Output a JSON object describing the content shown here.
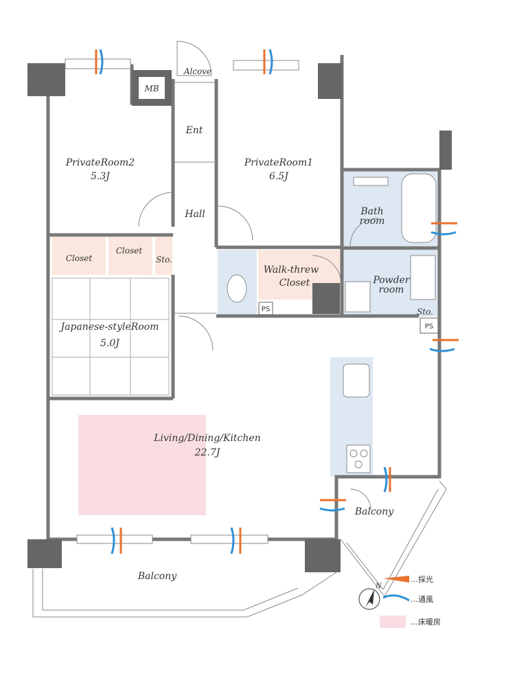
{
  "rooms": {
    "private_room_2": {
      "name": "PrivateRoom2",
      "size": "5.3J"
    },
    "private_room_1": {
      "name": "PrivateRoom1",
      "size": "6.5J"
    },
    "japanese_room": {
      "name": "Japanese-styleRoom",
      "size": "5.0J"
    },
    "ldk": {
      "name": "Living/Dining/Kitchen",
      "size": "22.7J"
    },
    "alcove": {
      "name": "Alcove"
    },
    "mb": {
      "name": "MB"
    },
    "entrance": {
      "name": "Ent"
    },
    "hall": {
      "name": "Hall"
    },
    "bath": {
      "name": "Bath",
      "name2": "room"
    },
    "powder": {
      "name": "Powder",
      "name2": "room"
    },
    "walk_in_closet": {
      "name": "Walk-threw",
      "name2": "Closet"
    },
    "closet_left": {
      "name": "Closet"
    },
    "closet_mid": {
      "name": "Closet"
    },
    "storage_left": {
      "name": "Sto."
    },
    "storage_right": {
      "name": "Sto."
    },
    "ps_1": {
      "name": "PS"
    },
    "ps_2": {
      "name": "PS"
    },
    "balcony_main": {
      "name": "Balcony"
    },
    "balcony_side": {
      "name": "Balcony"
    }
  },
  "compass": {
    "label": "N"
  },
  "legend": {
    "light": "…採光",
    "wind": "…通風",
    "floor_heating": "…床暖房"
  },
  "colors": {
    "wall": "#666666",
    "wet_area": "#dde8f3",
    "closet": "#fbe7dd",
    "floor_heating": "#f9dde2",
    "light_arrow": "#e8722e",
    "wind_arrow": "#2e8fd6"
  }
}
